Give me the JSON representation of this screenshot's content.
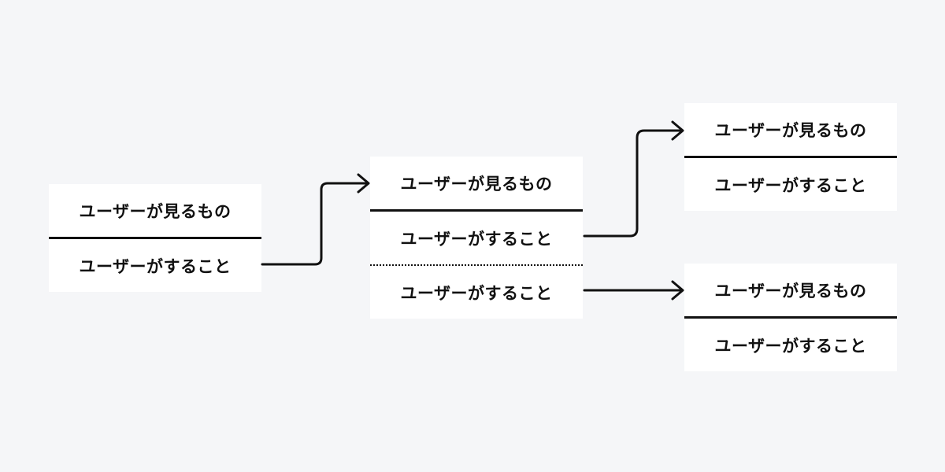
{
  "cards": {
    "left": {
      "sees": "ユーザーが見るもの",
      "does": "ユーザーがすること"
    },
    "middle": {
      "sees": "ユーザーが見るもの",
      "does_1": "ユーザーがすること",
      "does_2": "ユーザーがすること"
    },
    "top_right": {
      "sees": "ユーザーが見るもの",
      "does": "ユーザーがすること"
    },
    "bottom_right": {
      "sees": "ユーザーが見るもの",
      "does": "ユーザーがすること"
    }
  },
  "colors": {
    "background": "#f5f6f8",
    "card": "#ffffff",
    "ink": "#111111"
  }
}
